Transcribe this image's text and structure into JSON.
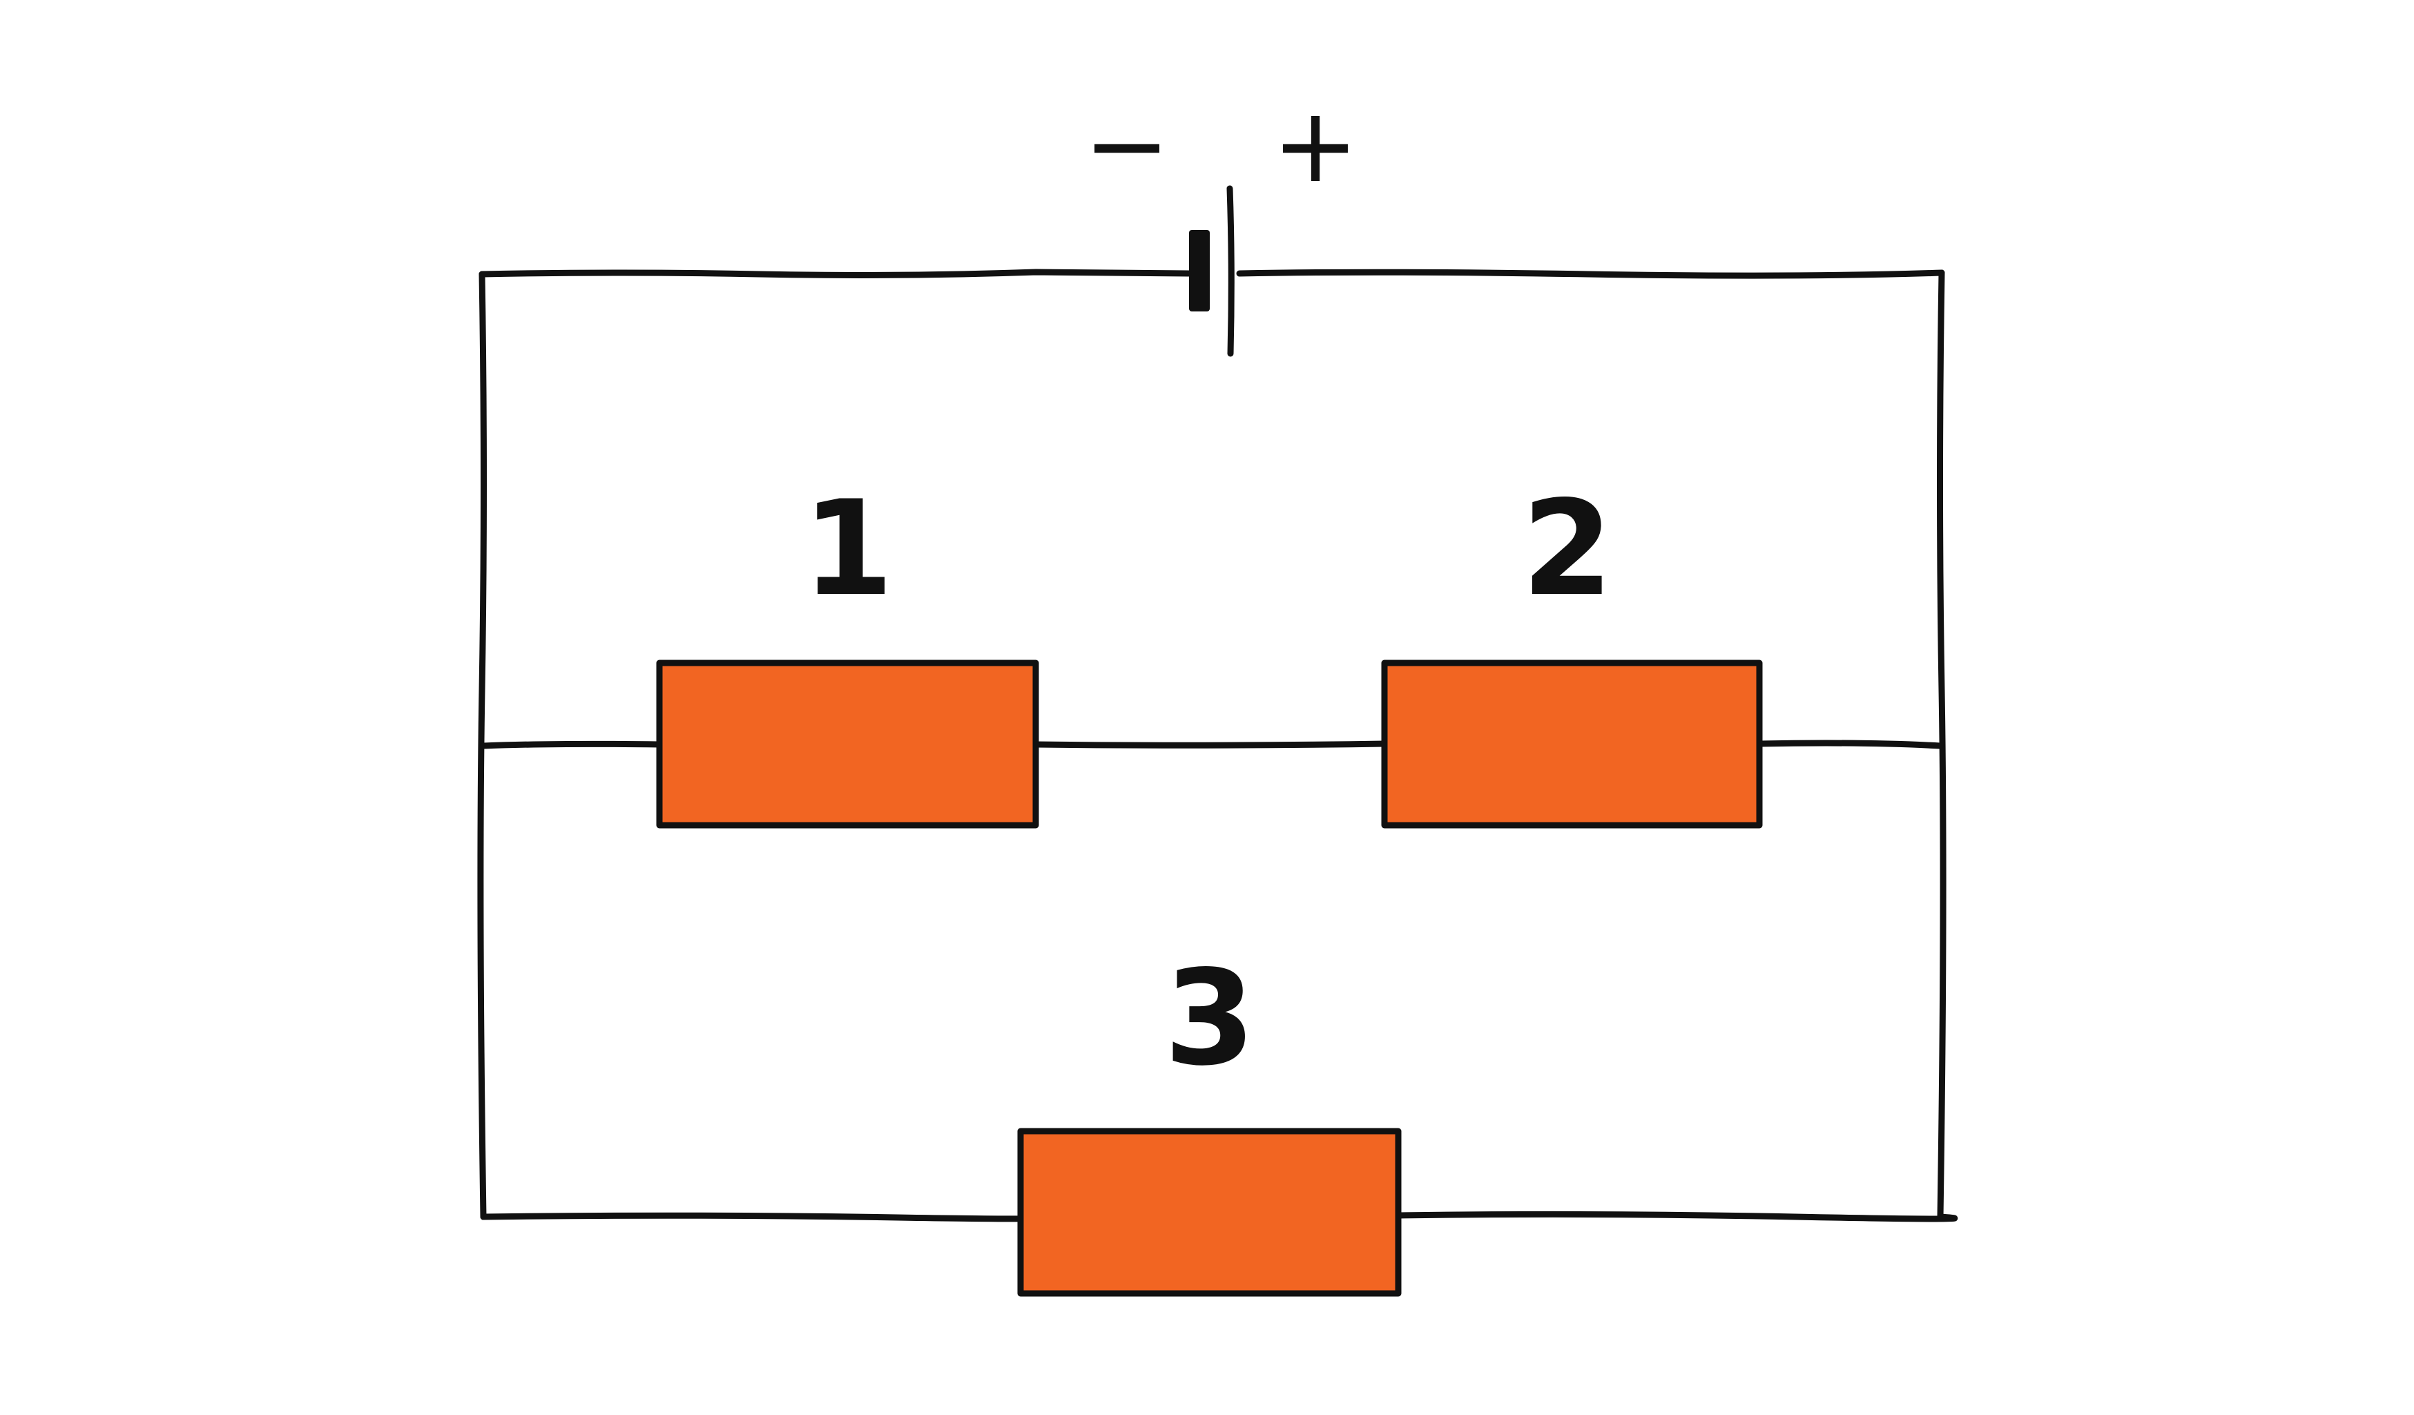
{
  "colors": {
    "wire": "#111111",
    "resistor_fill": "#f26522",
    "background": "#ffffff"
  },
  "battery": {
    "negative_sign": "−",
    "positive_sign": "+"
  },
  "resistors": [
    {
      "label": "1"
    },
    {
      "label": "2"
    },
    {
      "label": "3"
    }
  ]
}
